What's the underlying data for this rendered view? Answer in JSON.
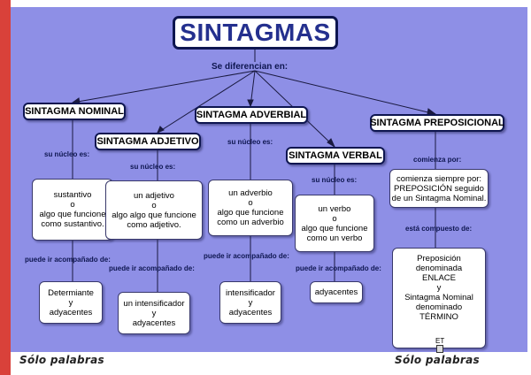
{
  "title": "SINTAGMAS",
  "root_link": "Se diferencian en:",
  "nominal": {
    "head": "SINTAGMA NOMINAL",
    "link_nucleus": "su núcleo es:",
    "nucleus": [
      "sustantivo",
      "o",
      "algo que funcione",
      "como sustantivo."
    ],
    "link_accompany": "puede ir acompañado de:",
    "accompany": [
      "Determiante",
      "y",
      "adyacentes"
    ]
  },
  "adjetivo": {
    "head": "SINTAGMA ADJETIVO",
    "link_nucleus": "su núcleo es:",
    "nucleus": [
      "un adjetivo",
      "o",
      "algo algo que funcione",
      "como adjetivo."
    ],
    "link_accompany": "puede ir acompañado de:",
    "accompany": [
      "un intensificador",
      "y",
      "adyacentes"
    ]
  },
  "adverbial": {
    "head": "SINTAGMA ADVERBIAL",
    "link_nucleus": "su núcleo es:",
    "nucleus": [
      "un adverbio",
      "o",
      "algo que funcione",
      "como un adverbio"
    ],
    "link_accompany": "puede ir acompañado de:",
    "accompany": [
      "intensificador",
      "y",
      "adyacentes"
    ]
  },
  "verbal": {
    "head": "SINTAGMA VERBAL",
    "link_nucleus": "su núcleo es:",
    "nucleus": [
      "un verbo",
      "o",
      "algo que funcione",
      "como un verbo"
    ],
    "link_accompany": "puede ir acompañado de:",
    "accompany": [
      "adyacentes"
    ]
  },
  "preposicional": {
    "head": "SINTAGMA PREPOSICIONAL",
    "link_begin": "comienza por:",
    "begin": [
      "comienza siempre por:",
      "PREPOSICIÓN seguido",
      "de un Sintagma Nominal."
    ],
    "link_composed": "está compuesto de:",
    "composed": [
      "Preposición denominada",
      "ENLACE",
      "y",
      "Sintagma Nominal",
      "denominado",
      "TÉRMINO"
    ],
    "et_label": "ET"
  },
  "footer_left": "Sólo palabras",
  "footer_right": "Sólo palabras"
}
